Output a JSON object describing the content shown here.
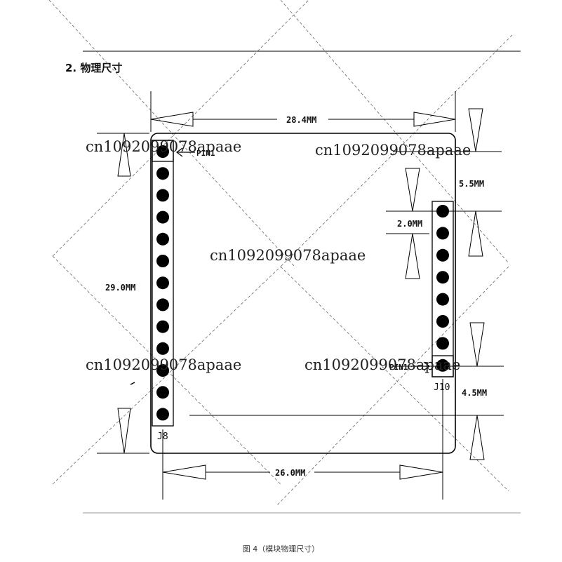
{
  "heading": "2.  物理尺寸",
  "caption": "图 4（模块物理尺寸）",
  "watermark": "cn1092099078apaae",
  "dimensions": {
    "overall_width": "28.4MM",
    "overall_height": "29.0MM",
    "header_spacing": "26.0MM",
    "top_offset": "5.5MM",
    "pin_offset": "2.0MM",
    "bottom_offset": "4.5MM"
  },
  "connectors": {
    "left": {
      "name": "J8",
      "pin_count": 13,
      "pin1_label": "PIN1"
    },
    "right": {
      "name": "J10",
      "pin_count": 8,
      "pin1_label": "PIN1"
    }
  }
}
